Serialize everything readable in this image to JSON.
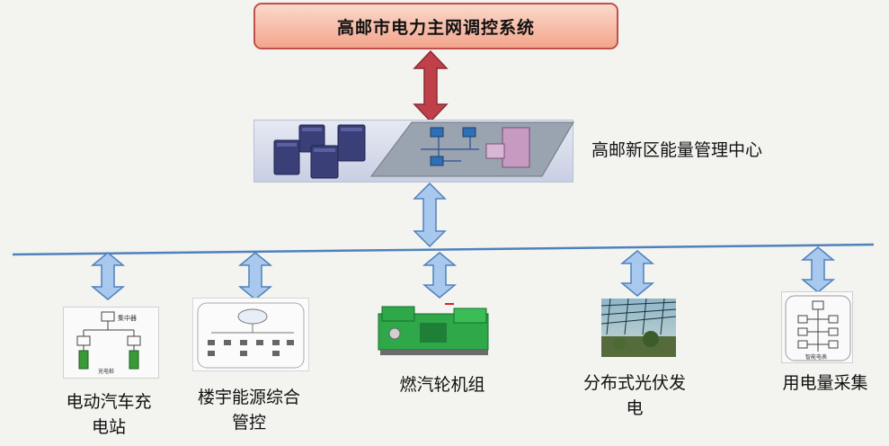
{
  "title": "高邮市电力主网调控系统",
  "center_label": "高邮新区能量管理中心",
  "nodes": [
    {
      "label_line1": "电动汽车充",
      "label_line2": "电站",
      "thumb_caption": "充电桩",
      "thumb_header": "集中器"
    },
    {
      "label_line1": "楼宇能源综合",
      "label_line2": "管控"
    },
    {
      "label_line1": "燃汽轮机组",
      "label_line2": ""
    },
    {
      "label_line1": "分布式光伏发",
      "label_line2": "电"
    },
    {
      "label_line1": "用电量采集",
      "label_line2": "",
      "thumb_caption": "智能电表"
    }
  ],
  "colors": {
    "title_border": "#c0504d",
    "title_fill_top": "#fbd9cb",
    "title_fill_bottom": "#f3a58c",
    "red_arrow": "#c0404a",
    "blue_arrow": "#a8c8ee",
    "blue_arrow_stroke": "#4f81bd",
    "bus_line": "#4f81bd"
  }
}
